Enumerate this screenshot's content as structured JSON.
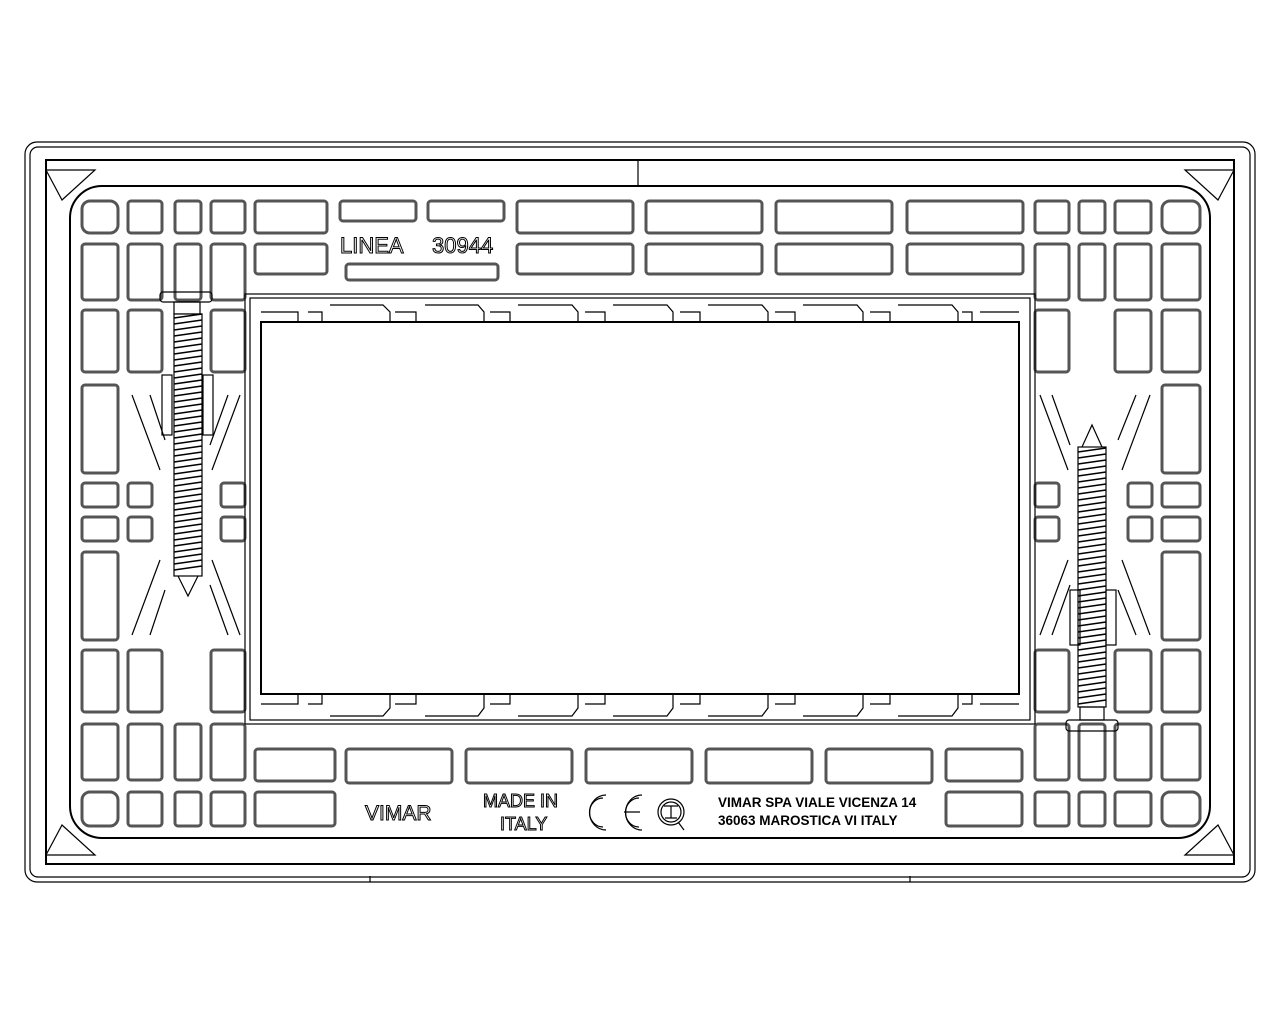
{
  "drawing": {
    "title": "Wall plate frame technical drawing",
    "top_label": {
      "series": "LINEA",
      "code": "30944"
    },
    "bottom_labels": {
      "brand": "VIMAR",
      "origin_line1": "MADE IN",
      "origin_line2": "ITALY",
      "ce_mark": "CE",
      "quality_mark": "IMQ",
      "address_line1": "VIMAR SPA  VIALE VICENZA 14",
      "address_line2": "36063 MAROSTICA VI  ITALY"
    },
    "colors": {
      "line": "#000000",
      "cell": "#555555",
      "background": "#ffffff"
    },
    "screws": [
      {
        "side": "left",
        "head": "top"
      },
      {
        "side": "right",
        "head": "bottom"
      }
    ]
  }
}
